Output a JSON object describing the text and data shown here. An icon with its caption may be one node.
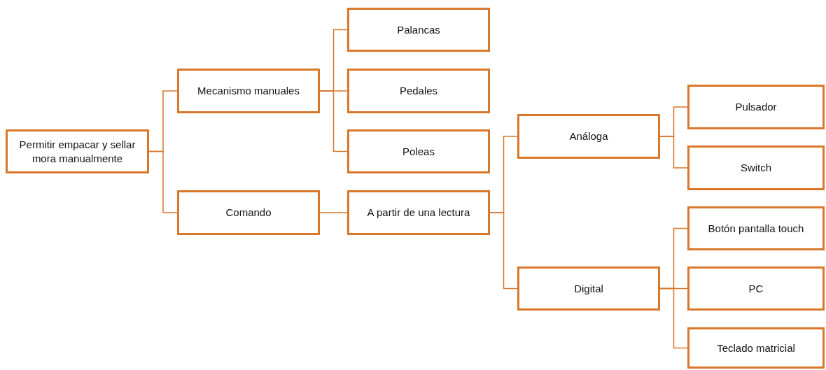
{
  "diagram": {
    "nodes": [
      {
        "text": [
          "Permitir empacar y sellar mora manualmente"
        ]
      },
      {
        "text": [
          "Mecanismo manuales"
        ]
      },
      {
        "text": [
          "Comando"
        ]
      },
      {
        "text": [
          "Palancas"
        ]
      },
      {
        "text": [
          "Pedales"
        ]
      },
      {
        "text": [
          "Poleas"
        ]
      },
      {
        "text": [
          "A partir de una lectura"
        ]
      },
      {
        "text": [
          "Análoga"
        ]
      },
      {
        "text": [
          "Digital"
        ]
      },
      {
        "text": [
          "Pulsador"
        ]
      },
      {
        "text": [
          "Switch"
        ]
      },
      {
        "text": [
          "Botón pantalla touch"
        ]
      },
      {
        "text": [
          "PC"
        ]
      },
      {
        "text": [
          "Teclado matricial"
        ]
      }
    ],
    "edges": [
      {
        "from": 0,
        "to": 1,
        "arrow": "none"
      },
      {
        "from": 0,
        "to": 2,
        "arrow": "none"
      },
      {
        "from": 1,
        "to": 3,
        "arrow": "none"
      },
      {
        "from": 1,
        "to": 4,
        "arrow": "none"
      },
      {
        "from": 1,
        "to": 5,
        "arrow": "none"
      },
      {
        "from": 2,
        "to": 6,
        "arrow": "none"
      },
      {
        "from": 6,
        "to": 7,
        "arrow": "none"
      },
      {
        "from": 6,
        "to": 8,
        "arrow": "none"
      },
      {
        "from": 7,
        "to": 9,
        "arrow": "none"
      },
      {
        "from": 7,
        "to": 10,
        "arrow": "none"
      },
      {
        "from": 8,
        "to": 11,
        "arrow": "none"
      },
      {
        "from": 8,
        "to": 12,
        "arrow": "none"
      },
      {
        "from": 8,
        "to": 13,
        "arrow": "none"
      }
    ]
  }
}
